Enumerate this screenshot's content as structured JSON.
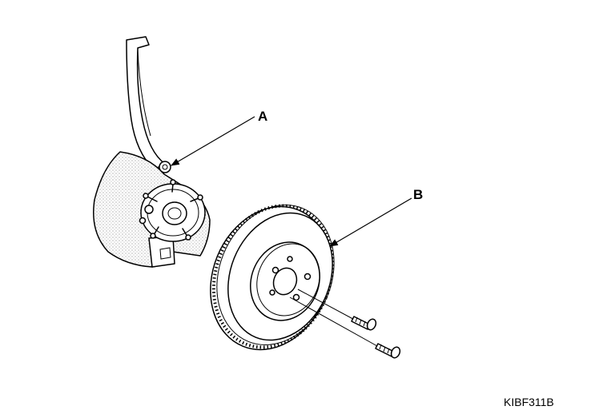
{
  "callouts": {
    "a": {
      "label": "A"
    },
    "b": {
      "label": "B"
    }
  },
  "figure_code": "KIBF311B"
}
